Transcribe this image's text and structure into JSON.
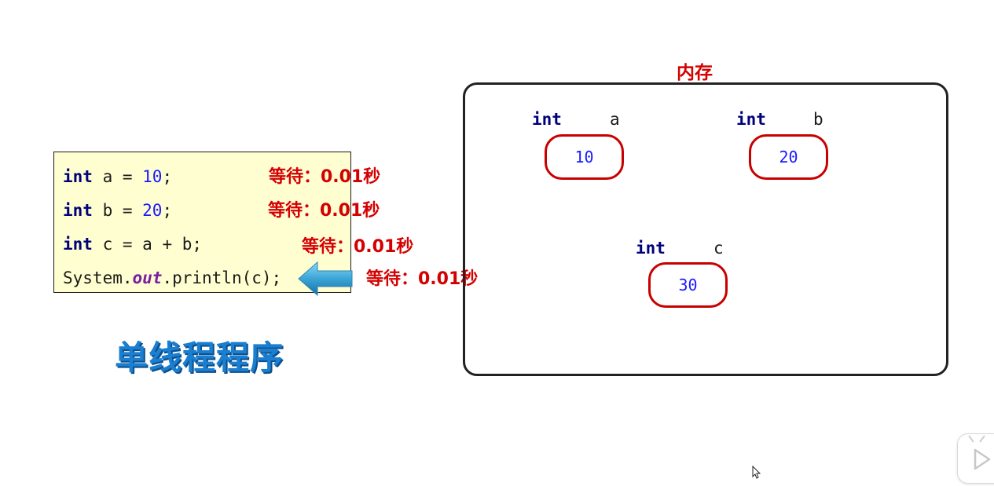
{
  "code": {
    "lines": [
      {
        "kw": "int",
        "mid": " a = ",
        "num": "10",
        "end": ";"
      },
      {
        "kw": "int",
        "mid": " b = ",
        "num": "20",
        "end": ";"
      },
      {
        "kw": "int",
        "mid": " c = a + b;"
      },
      {
        "pre": "System.",
        "field": "out",
        "post": ".println(c);"
      }
    ]
  },
  "waits": [
    "等待：0.01秒",
    "等待：0.01秒",
    "等待：0.01秒",
    "等待：0.01秒"
  ],
  "title": "单线程程序",
  "memory": {
    "label": "内存",
    "vars": [
      {
        "type": "int",
        "name": "a",
        "value": "10"
      },
      {
        "type": "int",
        "name": "b",
        "value": "20"
      },
      {
        "type": "int",
        "name": "c",
        "value": "30"
      }
    ]
  },
  "colors": {
    "code_bg": "#fefed0",
    "keyword": "#00007a",
    "number": "#1a1aff",
    "wait": "#d40000",
    "title": "#1a7fd0",
    "cell_border": "#c80000"
  },
  "icons": {
    "pointer": "left-arrow-icon",
    "cursor": "mouse-cursor-icon",
    "player": "play-icon"
  }
}
